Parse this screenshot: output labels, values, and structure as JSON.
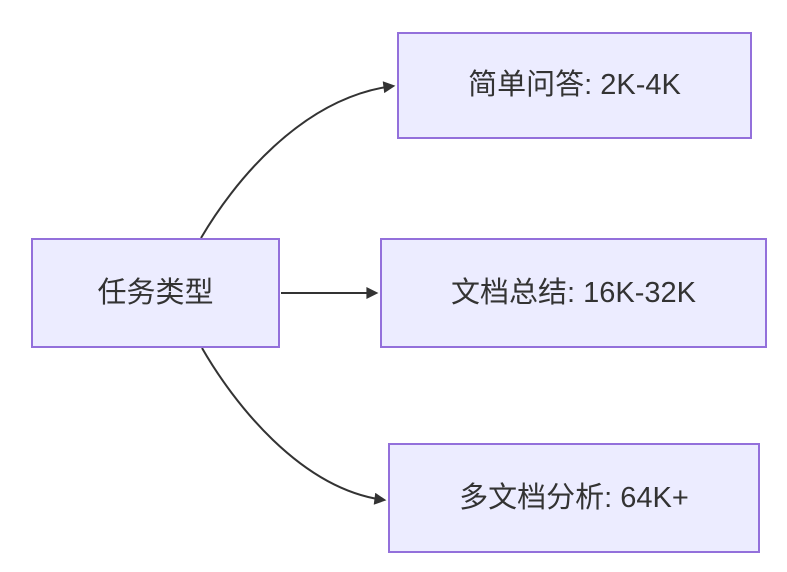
{
  "diagram": {
    "type": "flowchart-left-to-right",
    "root": {
      "label": "任务类型"
    },
    "branches": [
      {
        "label": "简单问答: 2K-4K"
      },
      {
        "label": "文档总结: 16K-32K"
      },
      {
        "label": "多文档分析: 64K+"
      }
    ],
    "colors": {
      "node_fill": "#ECECFF",
      "node_border": "#9370DB",
      "node_text": "#333333",
      "edge": "#333333",
      "background": "#FFFFFF"
    }
  }
}
